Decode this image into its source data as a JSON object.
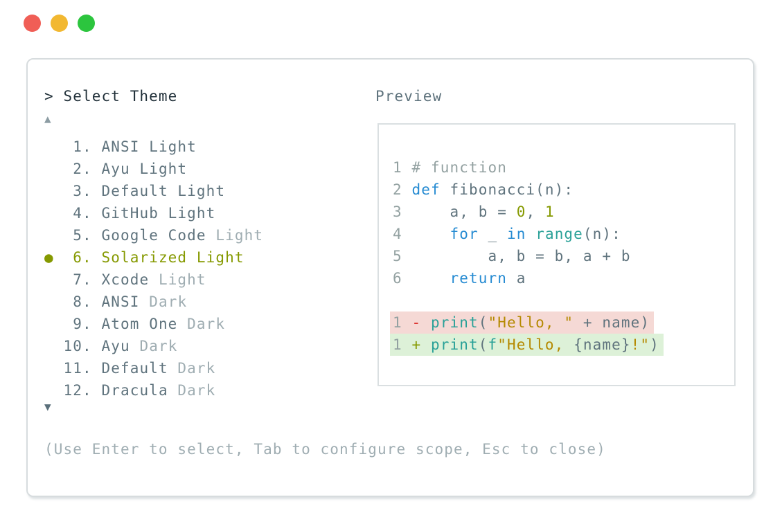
{
  "window": {
    "traffic_lights": [
      {
        "name": "close",
        "color": "#f05e56"
      },
      {
        "name": "minimize",
        "color": "#f2b831"
      },
      {
        "name": "zoom",
        "color": "#2cc53e"
      }
    ]
  },
  "panel": {
    "prompt": "> Select Theme",
    "scroll_up_indicator": "▲",
    "scroll_down_indicator": "▼",
    "help_text": "(Use Enter to select, Tab to configure scope, Esc to close)",
    "theme_list": {
      "selected_marker": "●",
      "selected_number": 6,
      "items": [
        {
          "number": 1,
          "label": "ANSI Light",
          "suffix": "",
          "selected": false
        },
        {
          "number": 2,
          "label": "Ayu Light",
          "suffix": "",
          "selected": false
        },
        {
          "number": 3,
          "label": "Default Light",
          "suffix": "",
          "selected": false
        },
        {
          "number": 4,
          "label": "GitHub Light",
          "suffix": "",
          "selected": false
        },
        {
          "number": 5,
          "label": "Google Code",
          "suffix": " Light",
          "selected": false
        },
        {
          "number": 6,
          "label": "Solarized Light",
          "suffix": "",
          "selected": true
        },
        {
          "number": 7,
          "label": "Xcode",
          "suffix": " Light",
          "selected": false
        },
        {
          "number": 8,
          "label": "ANSI",
          "suffix": " Dark",
          "selected": false
        },
        {
          "number": 9,
          "label": "Atom One",
          "suffix": " Dark",
          "selected": false
        },
        {
          "number": 10,
          "label": "Ayu",
          "suffix": " Dark",
          "selected": false
        },
        {
          "number": 11,
          "label": "Default",
          "suffix": " Dark",
          "selected": false
        },
        {
          "number": 12,
          "label": "Dracula",
          "suffix": " Dark",
          "selected": false
        }
      ]
    },
    "preview": {
      "label": "Preview",
      "code_lines": [
        {
          "lineno": "1",
          "tokens": [
            {
              "t": "# function",
              "c": "comment"
            }
          ]
        },
        {
          "lineno": "2",
          "tokens": [
            {
              "t": "def",
              "c": "keyword"
            },
            {
              "t": " fibonacci(n):",
              "c": "base"
            }
          ]
        },
        {
          "lineno": "3",
          "tokens": [
            {
              "t": "    a, b = ",
              "c": "base"
            },
            {
              "t": "0",
              "c": "number"
            },
            {
              "t": ", ",
              "c": "base"
            },
            {
              "t": "1",
              "c": "number"
            }
          ]
        },
        {
          "lineno": "4",
          "tokens": [
            {
              "t": "    ",
              "c": "base"
            },
            {
              "t": "for",
              "c": "keyword"
            },
            {
              "t": " _ ",
              "c": "base"
            },
            {
              "t": "in",
              "c": "keyword"
            },
            {
              "t": " ",
              "c": "base"
            },
            {
              "t": "range",
              "c": "builtin"
            },
            {
              "t": "(n):",
              "c": "base"
            }
          ]
        },
        {
          "lineno": "5",
          "tokens": [
            {
              "t": "        a, b = b, a + b",
              "c": "base"
            }
          ]
        },
        {
          "lineno": "6",
          "tokens": [
            {
              "t": "    ",
              "c": "base"
            },
            {
              "t": "return",
              "c": "keyword"
            },
            {
              "t": " a",
              "c": "base"
            }
          ]
        }
      ],
      "diff_lines": [
        {
          "lineno": "1",
          "type": "removed",
          "tokens": [
            {
              "t": "-",
              "c": "removed-sign"
            },
            {
              "t": " ",
              "c": "base"
            },
            {
              "t": "print",
              "c": "builtin"
            },
            {
              "t": "(",
              "c": "base"
            },
            {
              "t": "\"Hello, \"",
              "c": "string"
            },
            {
              "t": " + name)",
              "c": "base"
            }
          ]
        },
        {
          "lineno": "1",
          "type": "added",
          "tokens": [
            {
              "t": "+",
              "c": "added-sign"
            },
            {
              "t": " ",
              "c": "base"
            },
            {
              "t": "print",
              "c": "builtin"
            },
            {
              "t": "(",
              "c": "base"
            },
            {
              "t": "f",
              "c": "builtin"
            },
            {
              "t": "\"Hello, ",
              "c": "string"
            },
            {
              "t": "{name}",
              "c": "base"
            },
            {
              "t": "!\"",
              "c": "string"
            },
            {
              "t": ")",
              "c": "base"
            }
          ]
        }
      ]
    }
  },
  "colors": {
    "panel_border": "#d7dcde",
    "preview_border": "#dadfe1",
    "prompt_text": "#22313a",
    "list_text": "#5f737d",
    "muted_text": "#9fadb2",
    "help_text": "#9fadb2",
    "selected": "#859900",
    "scroll_up": "#8c9ca3",
    "scroll_down": "#5a6f7a",
    "lineno": "#93a1a1",
    "base": "#5f737d",
    "comment": "#93a1a1",
    "keyword": "#268bd2",
    "builtin": "#2aa198",
    "number": "#859900",
    "string": "#b58900",
    "removed_sign": "#dc322f",
    "added_sign": "#859900",
    "removed_bg": "#f5d9d5",
    "added_bg": "#ddf1d8"
  }
}
